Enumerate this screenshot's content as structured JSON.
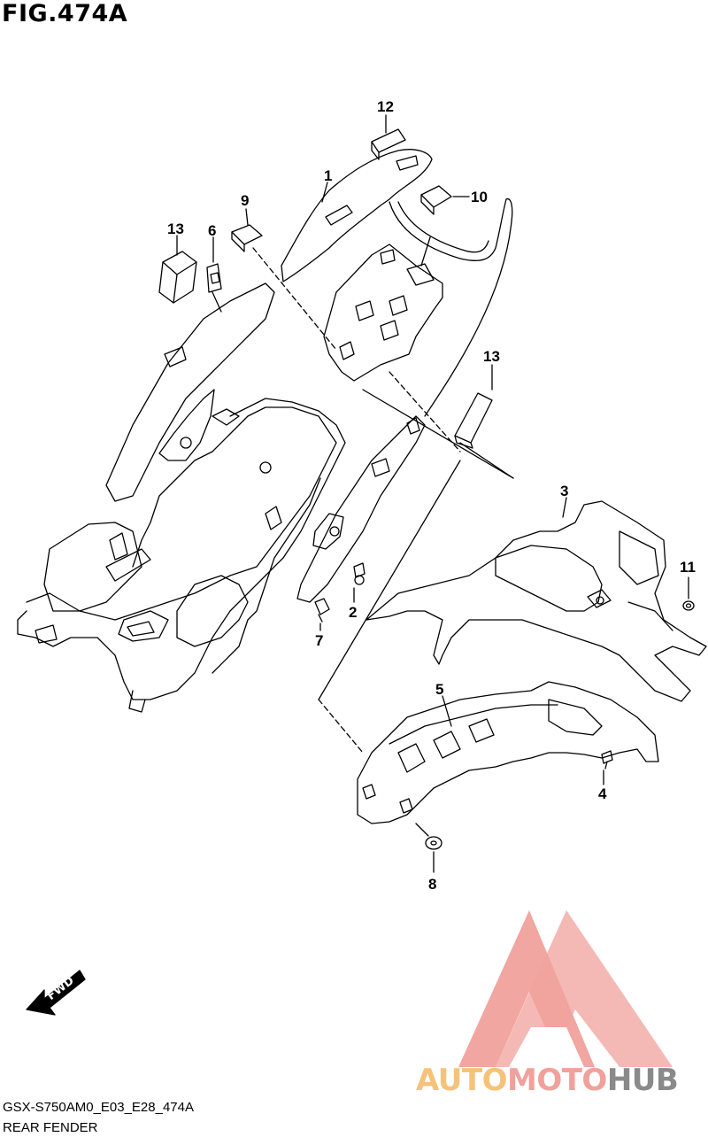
{
  "figure": {
    "title": "FIG.474A",
    "model_code": "GSX-S750AM0_E03_E28_474A",
    "name": "REAR FENDER"
  },
  "callouts": [
    "12",
    "1",
    "10",
    "9",
    "13",
    "6",
    "13",
    "3",
    "11",
    "2",
    "7",
    "5",
    "4",
    "8"
  ],
  "fwd_label": "FWD",
  "brand": {
    "part1": "AUTO",
    "part2": "MOTO",
    "part3": "HUB"
  },
  "colors": {
    "line": "#000000",
    "logo_red": "#f0a19c",
    "logo_orange": "#f6c27a",
    "logo_gray": "#8a8a8a"
  }
}
